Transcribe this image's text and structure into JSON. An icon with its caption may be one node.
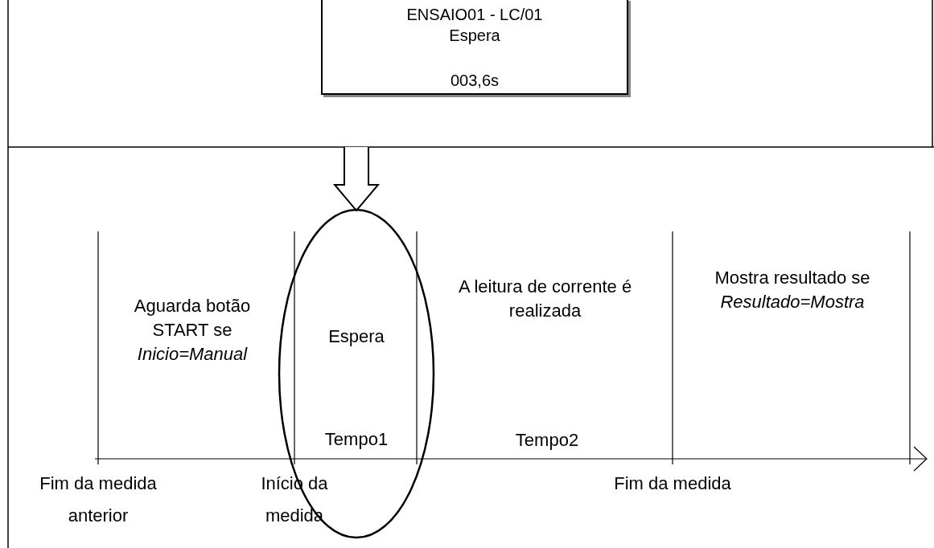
{
  "diagram": {
    "nodes": [
      {
        "text": [
          "ENSAIO01 - LC/01",
          "Espera",
          "003,6s"
        ]
      },
      {
        "text": [
          "Espera",
          "Tempo1"
        ]
      }
    ],
    "edges": [
      {
        "from": null,
        "to": 1,
        "arrow": "to"
      }
    ],
    "labels": [
      "Aguarda botão START se *Inicio=Manual*",
      "A leitura de corrente é realizada",
      "Mostra resultado se *Resultado=Mostra*",
      "Tempo2",
      "Fim da medida anterior",
      "Início da medida",
      "Fim da medida"
    ]
  }
}
